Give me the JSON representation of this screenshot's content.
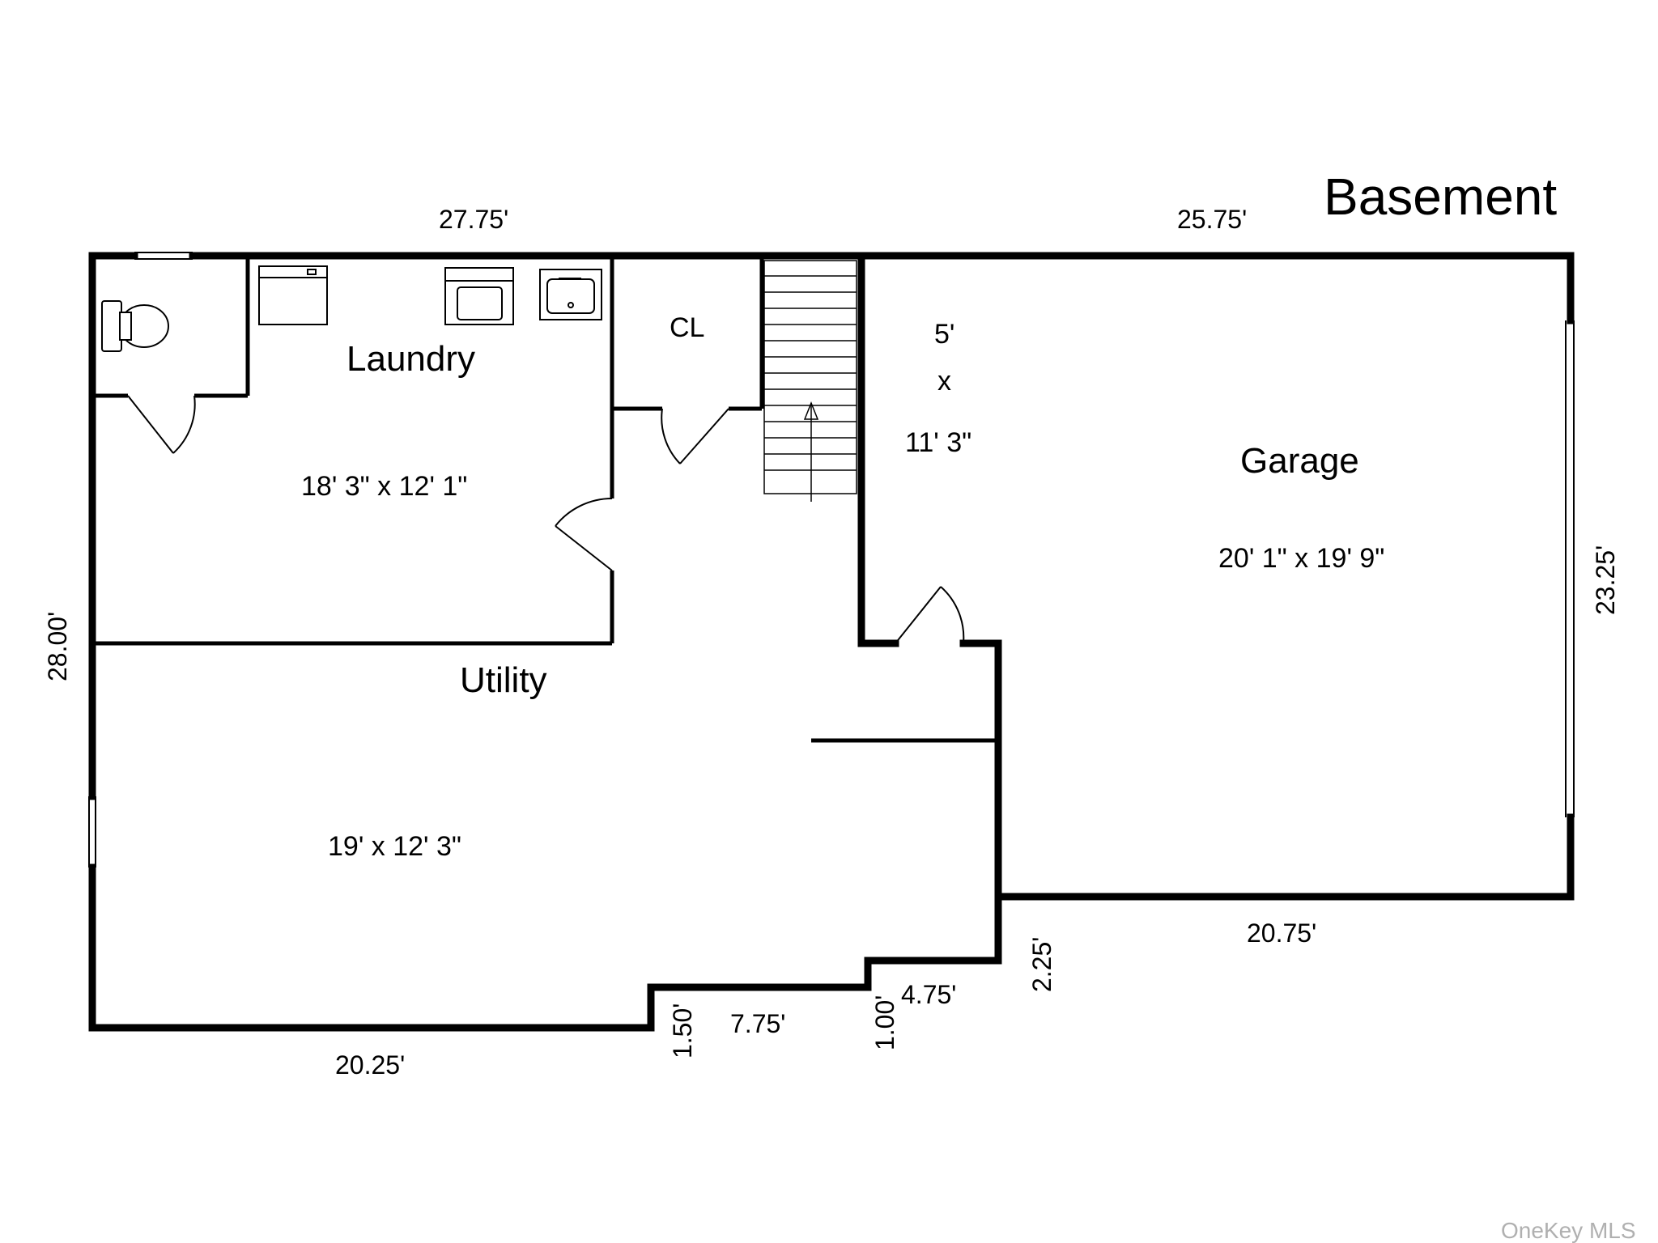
{
  "title": "Basement",
  "rooms": {
    "laundry": {
      "name": "Laundry",
      "size": "18' 3\" x 12' 1\""
    },
    "closet": {
      "name": "CL"
    },
    "stair_area": {
      "line1": "5'",
      "line2": "x",
      "line3": "11' 3\""
    },
    "garage": {
      "name": "Garage",
      "size": "20' 1\" x 19' 9\""
    },
    "utility": {
      "name": "Utility",
      "size": "19' x 12' 3\""
    }
  },
  "dimensions": {
    "top_left": "27.75'",
    "top_right": "25.75'",
    "left": "28.00'",
    "right": "23.25'",
    "garage_bottom": "20.75'",
    "step_2_25": "2.25'",
    "step_4_75": "4.75'",
    "step_1_00": "1.00'",
    "step_7_75": "7.75'",
    "step_1_50": "1.50'",
    "bottom_left": "20.25'"
  },
  "watermark": "OneKey MLS"
}
